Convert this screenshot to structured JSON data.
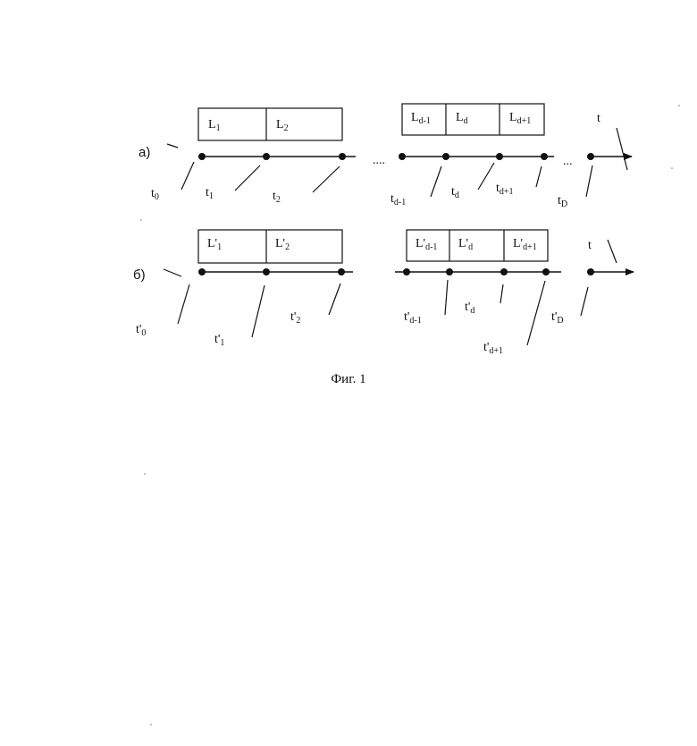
{
  "figure": {
    "caption": "Фиг. 1",
    "ellipsis": "....",
    "ellipsis_short": "..."
  },
  "row_a": {
    "letter": "а)",
    "axis_label": "t",
    "boxes_left": [
      {
        "main": "L",
        "sub": "1"
      },
      {
        "main": "L",
        "sub": "2"
      }
    ],
    "boxes_right": [
      {
        "main": "L",
        "sub": "d-1"
      },
      {
        "main": "L",
        "sub": "d"
      },
      {
        "main": "L",
        "sub": "d+1"
      }
    ],
    "points": [
      {
        "main": "t",
        "sub": "0"
      },
      {
        "main": "t",
        "sub": "1"
      },
      {
        "main": "t",
        "sub": "2"
      },
      {
        "main": "t",
        "sub": "d-1"
      },
      {
        "main": "t",
        "sub": "d"
      },
      {
        "main": "t",
        "sub": "d+1"
      },
      {
        "main": "t",
        "sub": "D"
      }
    ]
  },
  "row_b": {
    "letter": "б)",
    "axis_label": "t",
    "boxes_left": [
      {
        "main": "L'",
        "sub": "1"
      },
      {
        "main": "L'",
        "sub": "2"
      }
    ],
    "boxes_right": [
      {
        "main": "L'",
        "sub": "d-1"
      },
      {
        "main": "L'",
        "sub": "d"
      },
      {
        "main": "L'",
        "sub": "d+1"
      }
    ],
    "points": [
      {
        "main": "t'",
        "sub": "0"
      },
      {
        "main": "t'",
        "sub": "1"
      },
      {
        "main": "t'",
        "sub": "2"
      },
      {
        "main": "t'",
        "sub": "d-1"
      },
      {
        "main": "t'",
        "sub": "d"
      },
      {
        "main": "t'",
        "sub": "d+1"
      },
      {
        "main": "t'",
        "sub": "D"
      }
    ]
  }
}
